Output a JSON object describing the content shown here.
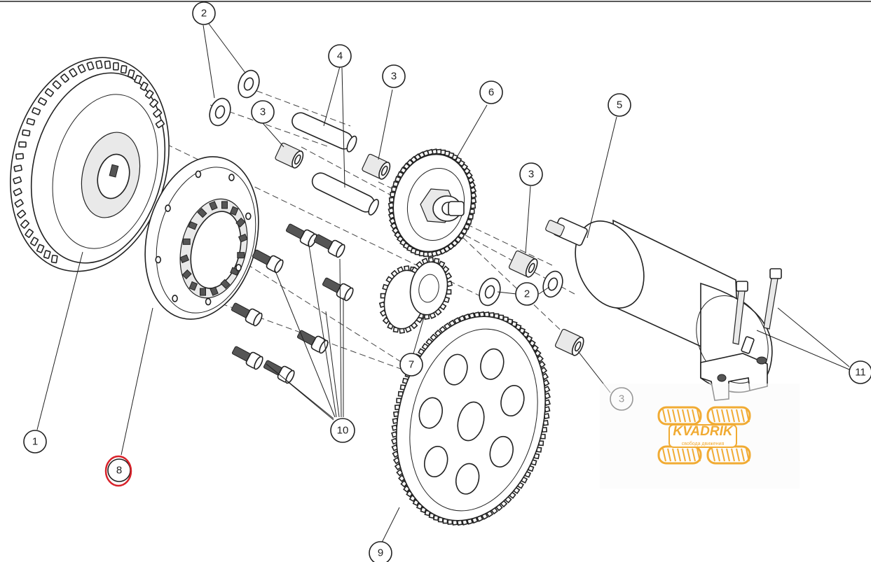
{
  "callouts": {
    "c1": "1",
    "c2a": "2",
    "c2b": "2",
    "c3a": "3",
    "c3b": "3",
    "c3c": "3",
    "c3d": "3",
    "c4": "4",
    "c5": "5",
    "c6": "6",
    "c7": "7",
    "c8": "8",
    "c9": "9",
    "c10": "10",
    "c11": "11"
  },
  "highlight_color": "#d8222a",
  "watermark": {
    "brand": "KVADRIK",
    "tagline": "свобода движения",
    "color": "#f0a21e"
  }
}
